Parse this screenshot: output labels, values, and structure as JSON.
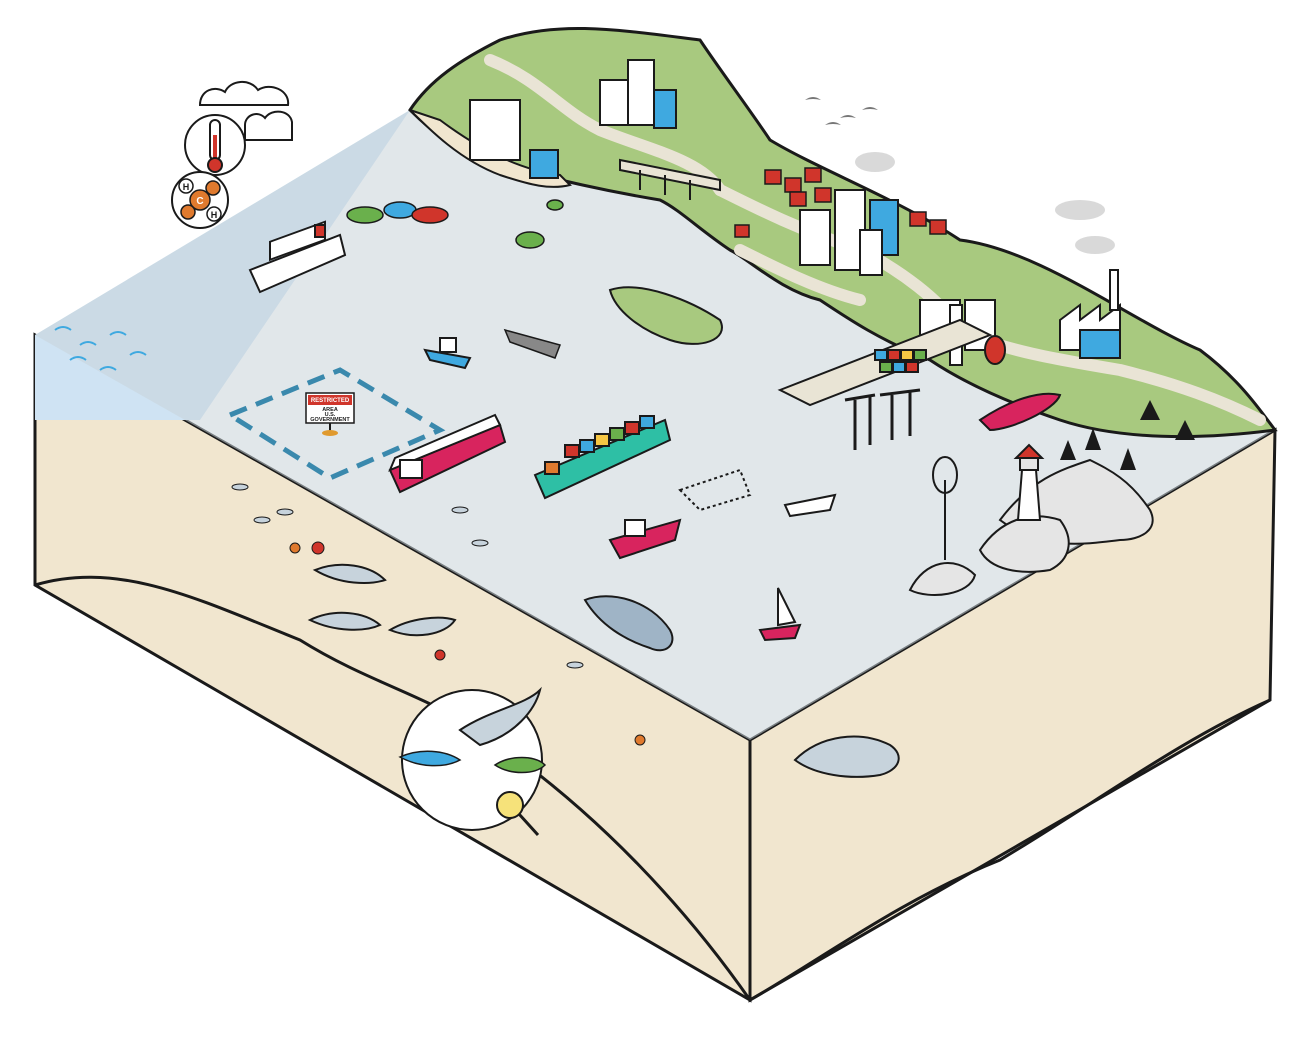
{
  "sign": {
    "line1": "RESTRICTED",
    "line2": "AREA",
    "line3": "U.S.",
    "line4": "GOVERNMENT"
  },
  "molecule": {
    "atom_top": "H",
    "atom_center": "C",
    "atom_bottom": "H"
  },
  "colors": {
    "land": "#a8c97f",
    "water": "#c9d3d9",
    "open_ocean": "#cfe3f3",
    "seafloor": "#f1e6cf",
    "outline": "#1a1a1a",
    "ship_hull": "#d8245e",
    "building_blue": "#3fa9e0",
    "house_red": "#d0352b"
  },
  "icons": [
    "thermometer-icon",
    "cloud-icon",
    "molecule-icon",
    "cruise-ship-icon",
    "tanker-ship-icon",
    "container-ship-icon",
    "fishing-boat-icon",
    "sailboat-icon",
    "lighthouse-icon",
    "wind-turbine-icon",
    "factory-icon",
    "whale-icon",
    "dolphin-icon",
    "shark-icon",
    "turtle-icon",
    "bird-icon",
    "magnifier-icon",
    "restricted-area-sign-icon"
  ]
}
